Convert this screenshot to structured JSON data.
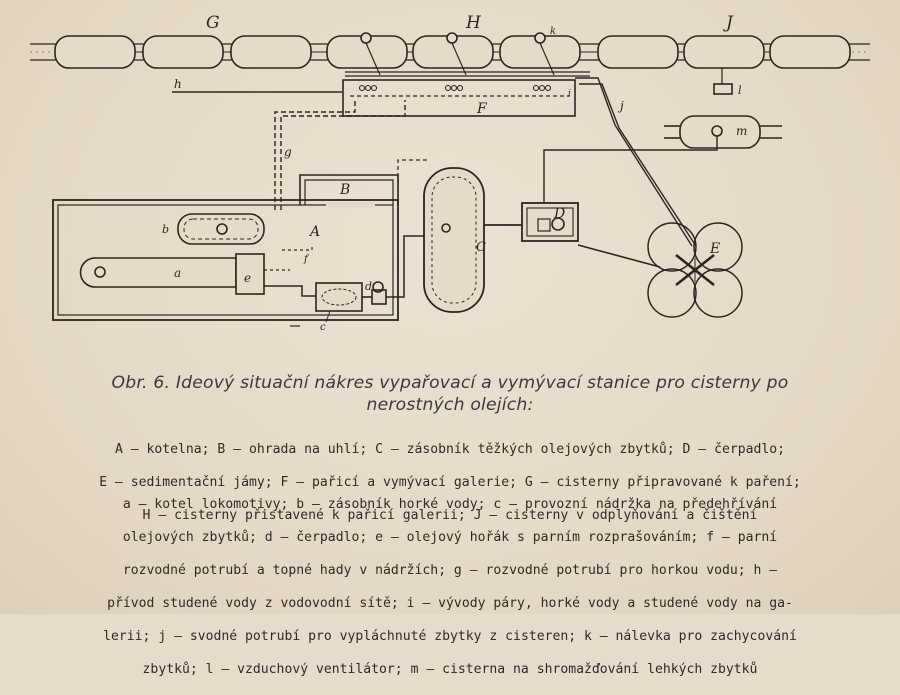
{
  "labels": {
    "G": "G",
    "H": "H",
    "J": "J",
    "k": "k",
    "l": "l",
    "m": "m",
    "h": "h",
    "j": "j",
    "i": "i",
    "F": "F",
    "g": "g",
    "B": "B",
    "A": "A",
    "b": "b",
    "a": "a",
    "f": "f",
    "e": "e",
    "d": "d",
    "c": "c",
    "C": "C",
    "D": "D",
    "E": "E"
  },
  "caption": {
    "line1": "Obr. 6. Ideový situační nákres vypařovací a vymývací stanice pro cisterny po",
    "line2": "nerostných olejích:"
  },
  "legend_upper": {
    "line1": "A — kotelna; B — ohrada na uhlí; C — zásobník těžkých olejových zbytků; D — čerpadlo;",
    "line2": "E — sedimentační jámy; F — pařicí a vymývací galerie; G — cisterny připravované k paření;",
    "line3": "H — cisterny přistavené k pařicí galerii; J — cisterny v odplyňování a čištění"
  },
  "legend_lower": {
    "line1": "a — kotel lokomotivy; b — zásobník horké vody; c — provozní nádržka na předehřívání",
    "line2": "olejových zbytků; d — čerpadlo; e — olejový hořák s parním rozprašováním; f — parní",
    "line3": "rozvodné potrubí a topné hady v nádržích; g — rozvodné potrubí pro horkou vodu; h —",
    "line4": "přívod studené vody z vodovodní sítě; i — vývody páry, horké vody a studené vody na ga-",
    "line5": "lerii; j — svodné potrubí pro vypláchnuté zbytky z cisteren; k — nálevka pro zachycování",
    "line6": "zbytků; l — vzduchový ventilátor; m — cisterna na shromažďování lehkých zbytků"
  }
}
